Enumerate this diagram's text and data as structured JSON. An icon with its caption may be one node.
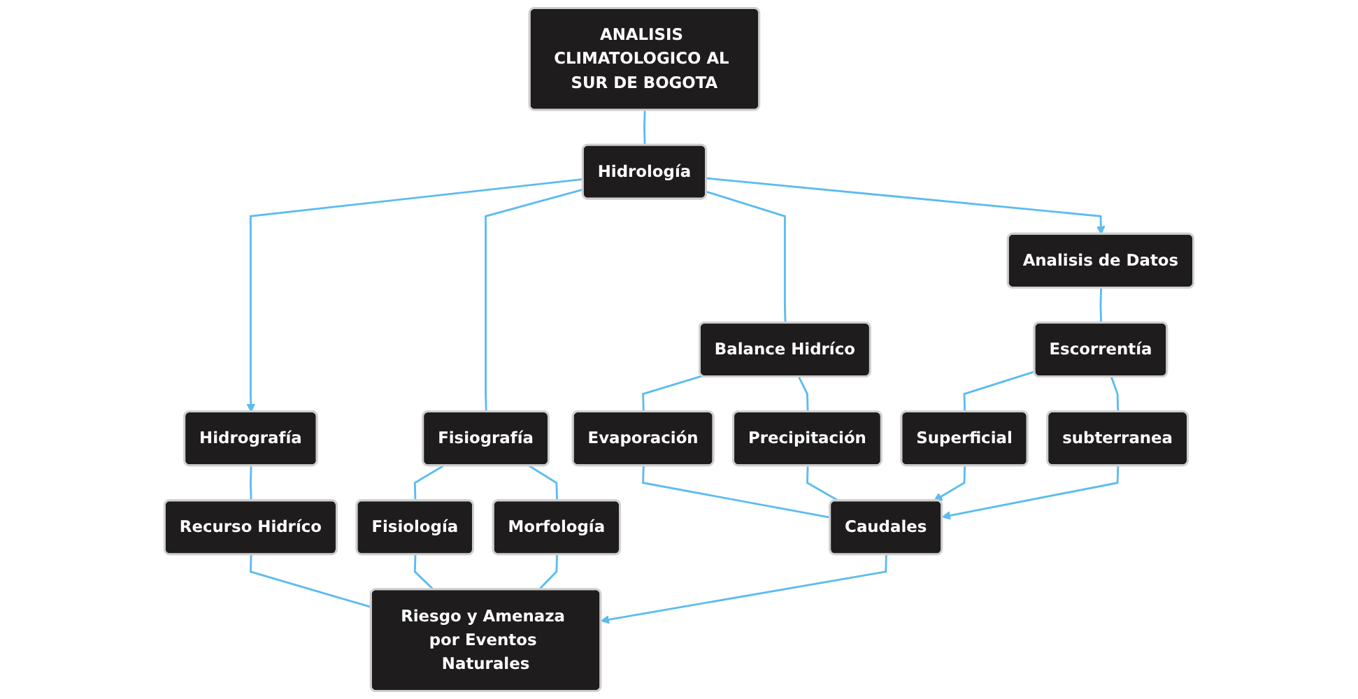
{
  "diagram": {
    "nodes": [
      {
        "text": [
          "ANALISIS CLIMATOLOGICO AL SUR DE BOGOTA"
        ]
      },
      {
        "text": [
          "Hidrología"
        ]
      },
      {
        "text": [
          "Hidrografía"
        ]
      },
      {
        "text": [
          "Fisiografía"
        ]
      },
      {
        "text": [
          "Balance Hidríco"
        ]
      },
      {
        "text": [
          "Analisis de Datos"
        ]
      },
      {
        "text": [
          "Escorrentía"
        ]
      },
      {
        "text": [
          "Fisiología"
        ]
      },
      {
        "text": [
          "Morfología"
        ]
      },
      {
        "text": [
          "Evaporación"
        ]
      },
      {
        "text": [
          "Precipitación"
        ]
      },
      {
        "text": [
          "Recurso Hidríco"
        ]
      },
      {
        "text": [
          "Superficial"
        ]
      },
      {
        "text": [
          "subterranea"
        ]
      },
      {
        "text": [
          "Riesgo y Amenaza por Eventos Naturales"
        ]
      },
      {
        "text": [
          "Caudales"
        ]
      }
    ],
    "edges": [
      {
        "from": 0,
        "to": 1,
        "arrow": "none"
      },
      {
        "from": 1,
        "to": 2,
        "arrow": "to"
      },
      {
        "from": 1,
        "to": 3,
        "arrow": "none"
      },
      {
        "from": 1,
        "to": 4,
        "arrow": "none"
      },
      {
        "from": 1,
        "to": 5,
        "arrow": "to"
      },
      {
        "from": 5,
        "to": 6,
        "arrow": "none"
      },
      {
        "from": 2,
        "to": 11,
        "arrow": "none"
      },
      {
        "from": 3,
        "to": 7,
        "arrow": "none"
      },
      {
        "from": 3,
        "to": 8,
        "arrow": "none"
      },
      {
        "from": 4,
        "to": 9,
        "arrow": "none"
      },
      {
        "from": 4,
        "to": 10,
        "arrow": "none"
      },
      {
        "from": 6,
        "to": 12,
        "arrow": "none"
      },
      {
        "from": 6,
        "to": 13,
        "arrow": "none"
      },
      {
        "from": 11,
        "to": 14,
        "arrow": "none"
      },
      {
        "from": 7,
        "to": 14,
        "arrow": "none"
      },
      {
        "from": 8,
        "to": 14,
        "arrow": "none"
      },
      {
        "from": 9,
        "to": 15,
        "arrow": "none"
      },
      {
        "from": 10,
        "to": 15,
        "arrow": "none"
      },
      {
        "from": 12,
        "to": 15,
        "arrow": "to"
      },
      {
        "from": 13,
        "to": 15,
        "arrow": "to"
      },
      {
        "from": 15,
        "to": 14,
        "arrow": "to"
      }
    ]
  }
}
